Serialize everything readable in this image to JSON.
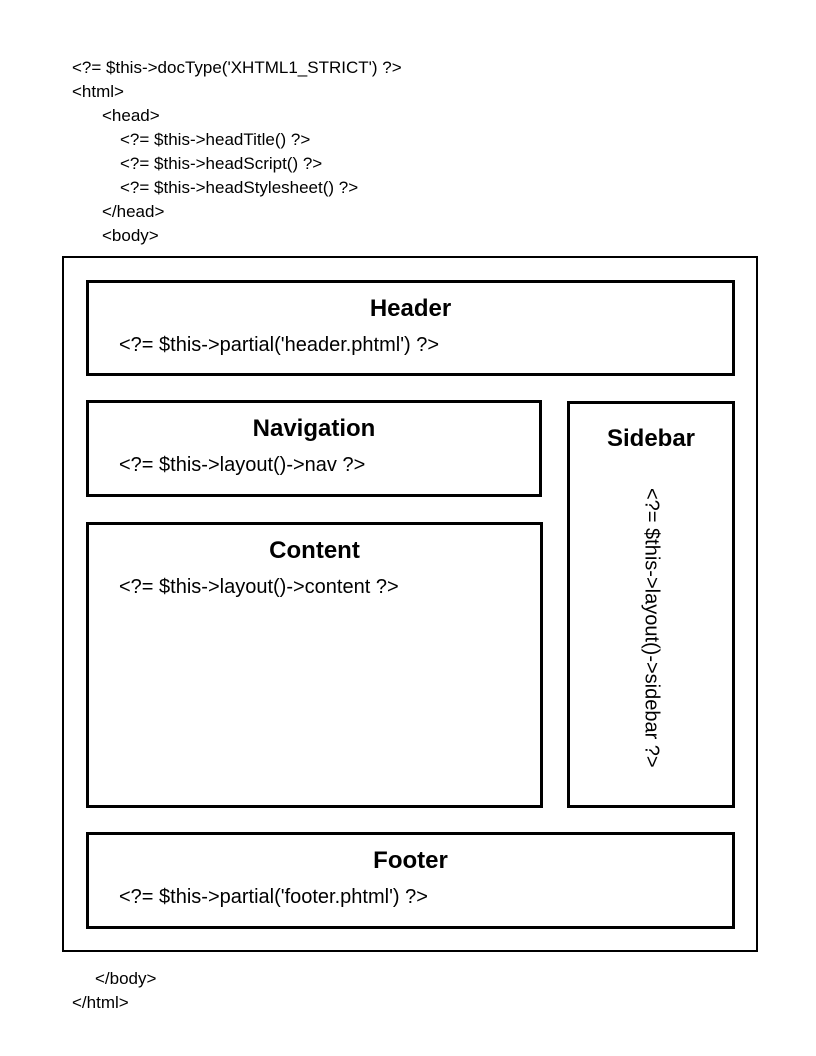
{
  "page": {
    "background_color": "#ffffff",
    "line_color": "#000000",
    "text_color": "#000000"
  },
  "top_code": {
    "lines": [
      {
        "indent": 0,
        "text": "<?= $this->docType('XHTML1_STRICT') ?>"
      },
      {
        "indent": 0,
        "text": "<html>"
      },
      {
        "indent": 1,
        "text": "<head>"
      },
      {
        "indent": 2,
        "text": "<?= $this->headTitle() ?>"
      },
      {
        "indent": 2,
        "text": "<?= $this->headScript() ?>"
      },
      {
        "indent": 2,
        "text": "<?= $this->headStylesheet() ?>"
      },
      {
        "indent": 1,
        "text": "</head>"
      },
      {
        "indent": 1,
        "text": "<body>"
      }
    ]
  },
  "diagram": {
    "header": {
      "title": "Header",
      "code": "<?= $this->partial('header.phtml') ?>"
    },
    "navigation": {
      "title": "Navigation",
      "code": "<?= $this->layout()->nav ?>"
    },
    "content": {
      "title": "Content",
      "code": "<?= $this->layout()->content ?>"
    },
    "sidebar": {
      "title": "Sidebar",
      "code": "<?= $this->layout()->sidebar ?>"
    },
    "footer": {
      "title": "Footer",
      "code": "<?= $this->partial('footer.phtml') ?>"
    }
  },
  "bottom_code": {
    "lines": [
      {
        "indent": 1,
        "text": "</body>"
      },
      {
        "indent": 0,
        "text": "</html>"
      }
    ]
  }
}
